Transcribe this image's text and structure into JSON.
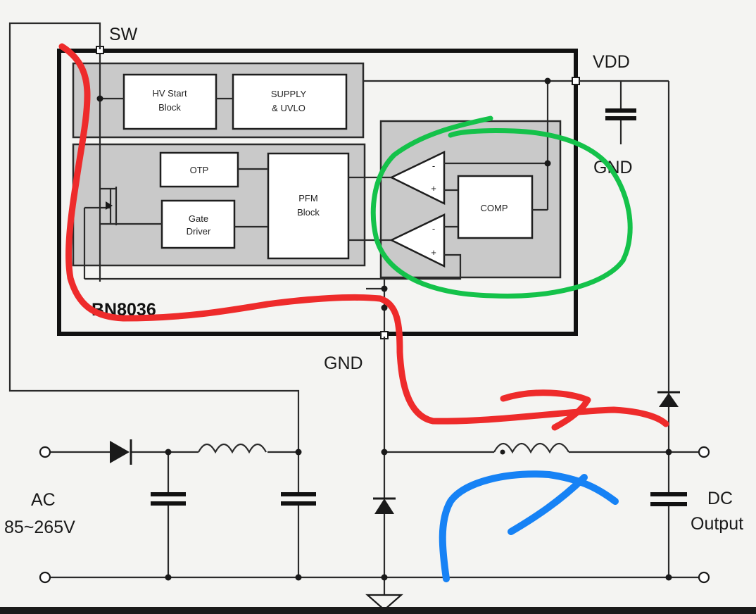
{
  "pins": {
    "sw": "SW",
    "vdd": "VDD",
    "gnd_pin": "GND",
    "gnd_cap": "GND"
  },
  "chip_name": "BN8036",
  "blocks": {
    "hv_start": [
      "HV Start",
      "Block"
    ],
    "supply": [
      "SUPPLY",
      "& UVLO"
    ],
    "otp": "OTP",
    "gate_driver": [
      "Gate",
      "Driver"
    ],
    "pfm": [
      "PFM",
      "Block"
    ],
    "comp": "COMP"
  },
  "comparator_signs": {
    "minus": "-",
    "plus": "+"
  },
  "input": {
    "label": "AC",
    "range": "85~265V"
  },
  "output": {
    "label_1": "DC",
    "label_2": "Output"
  },
  "annotation_colors": {
    "red": "#ee2b2b",
    "green": "#14c24a",
    "blue": "#1682f5"
  }
}
